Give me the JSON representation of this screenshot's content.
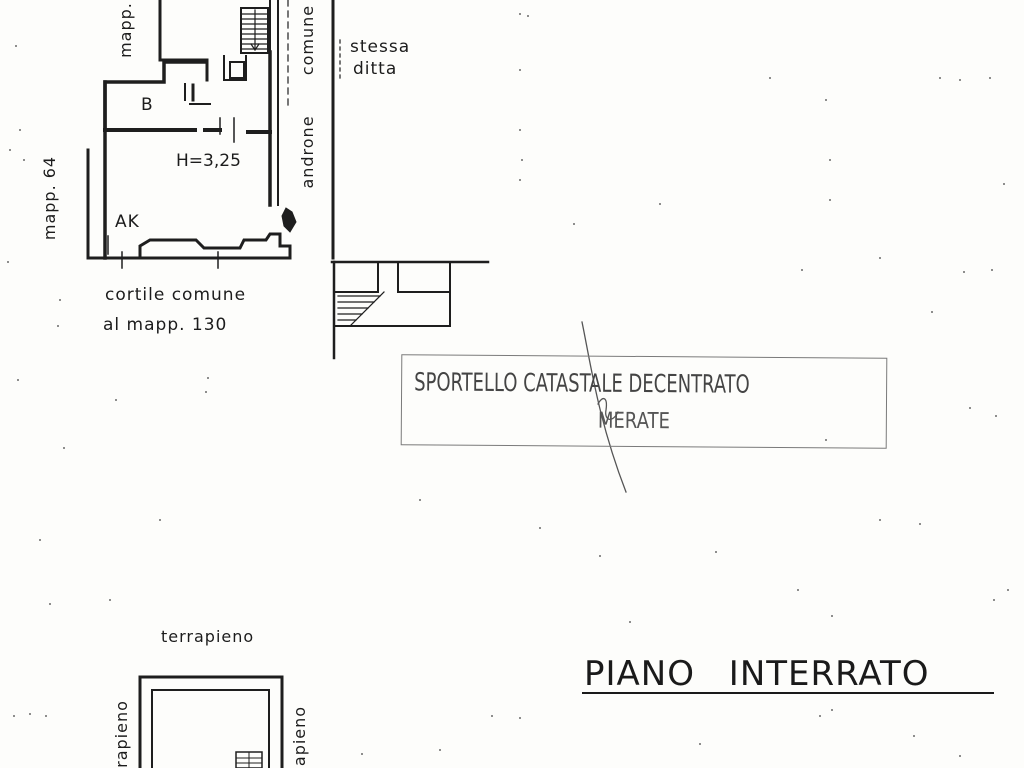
{
  "document": {
    "labels": {
      "mapp_top": "mapp.",
      "comune": "comune",
      "stessa": "stessa",
      "ditta": "ditta",
      "androne": "androne",
      "room_b": "B",
      "height": "H=3,25",
      "mapp_64": "mapp. 64",
      "ak": "AK",
      "cortile_line1": "cortile  comune",
      "cortile_line2": "al  mapp. 130",
      "terrapieno_top": "terrapieno",
      "terrapieno_left": "rapieno",
      "terrapieno_right": "apieno"
    },
    "stamp": {
      "line1": "SPORTELLO CATASTALE DECENTRATO",
      "line2": "MERATE"
    },
    "title": "PIANO  INTERRATO"
  }
}
